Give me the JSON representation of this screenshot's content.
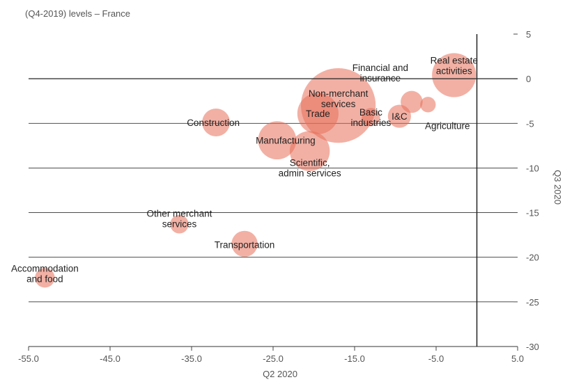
{
  "chart_data": {
    "type": "scatter",
    "subtitle": "(Q4-2019) levels – France",
    "xlabel": "Q2 2020",
    "ylabel": "Q3 2020",
    "xlim": [
      -55,
      5
    ],
    "ylim": [
      -30,
      5
    ],
    "xticks": [
      "-55.0",
      "-45.0",
      "-35.0",
      "-25.0",
      "-15.0",
      "-5.0",
      "5.0"
    ],
    "yticks": [
      "5",
      "0",
      "-5",
      "-10",
      "-15",
      "-20",
      "-25",
      "-30"
    ],
    "points": [
      {
        "label": "Real estate activities",
        "x": -2.8,
        "y": 0.4,
        "size": 40
      },
      {
        "label": "Financial and insurance",
        "x": -8.0,
        "y": -2.6,
        "size": 10
      },
      {
        "label": "Non-merchant services",
        "x": -17.0,
        "y": -3.0,
        "size": 115
      },
      {
        "label": "Trade",
        "x": -19.5,
        "y": -3.9,
        "size": 35
      },
      {
        "label": "Basic industries",
        "x": -13.0,
        "y": -4.3,
        "size": 7
      },
      {
        "label": "I&C",
        "x": -9.5,
        "y": -4.2,
        "size": 11
      },
      {
        "label": "Agriculture",
        "x": -6.0,
        "y": -2.9,
        "size": 5
      },
      {
        "label": "Construction",
        "x": -32.0,
        "y": -4.9,
        "size": 16
      },
      {
        "label": "Manufacturing",
        "x": -24.5,
        "y": -6.9,
        "size": 30
      },
      {
        "label": "Scientific, admin services",
        "x": -20.5,
        "y": -8.1,
        "size": 33
      },
      {
        "label": "Other merchant services",
        "x": -36.5,
        "y": -16.3,
        "size": 7
      },
      {
        "label": "Transportation",
        "x": -28.5,
        "y": -18.5,
        "size": 14
      },
      {
        "label": "Accommodation and food",
        "x": -53.0,
        "y": -22.3,
        "size": 8
      }
    ],
    "colors": {
      "bubble": "#E8705A",
      "axis": "#222222",
      "grid": "#333333",
      "text": "#555555"
    }
  }
}
